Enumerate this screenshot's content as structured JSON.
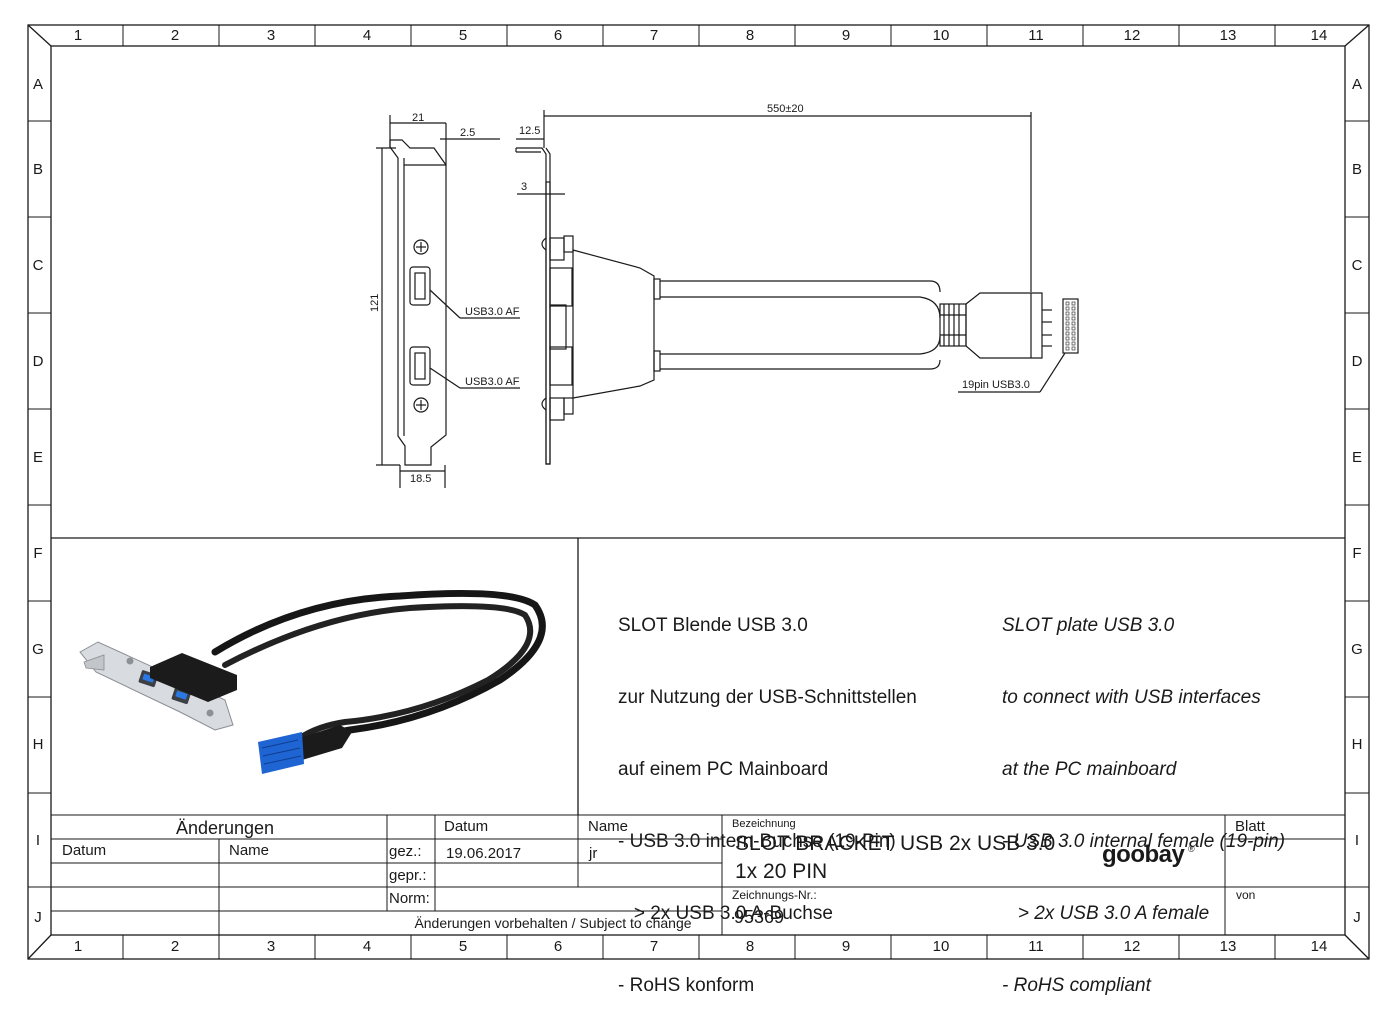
{
  "frame": {
    "columns": [
      "1",
      "2",
      "3",
      "4",
      "5",
      "6",
      "7",
      "8",
      "9",
      "10",
      "11",
      "12",
      "13",
      "14"
    ],
    "rows": [
      "A",
      "B",
      "C",
      "D",
      "E",
      "F",
      "G",
      "H",
      "I",
      "J"
    ]
  },
  "drawing": {
    "dims": {
      "width_top": "21",
      "thickness": "2.5",
      "height": "121",
      "foot": "18.5",
      "side_top": "12.5",
      "side_step": "3",
      "cable_length": "550±20"
    },
    "labels": {
      "port1": "USB3.0 AF",
      "port2": "USB3.0 AF",
      "connector": "19pin USB3.0"
    }
  },
  "description": {
    "de": [
      "SLOT Blende USB 3.0",
      "zur Nutzung der USB-Schnittstellen",
      "auf einem PC Mainboard",
      "- USB 3.0 intern-Buchse (19-Pin)",
      "   > 2x USB 3.0 A-Buchse",
      "- RoHS konform"
    ],
    "en": [
      "SLOT plate USB 3.0",
      "to connect with USB interfaces",
      "at the PC mainboard",
      "- USB 3.0 internal female (19-pin)",
      "   > 2x USB 3.0 A female",
      "- RoHS compliant"
    ]
  },
  "title_block": {
    "changes_label": "Änderungen",
    "datum_label": "Datum",
    "name_label": "Name",
    "gez_label": "gez.:",
    "gepr_label": "gepr.:",
    "norm_label": "Norm:",
    "date_value": "19.06.2017",
    "name_value": "jr",
    "bezeichnung_label": "Bezeichnung",
    "title_line1": "SLOT BRACKET USB 2x USB 3.0",
    "title_line2": "1x 20 PIN",
    "zeichnungsnr_label": "Zeichnungs-Nr.:",
    "drawing_number": "95369",
    "blatt_label": "Blatt",
    "von_label": "von",
    "notice": "Änderungen vorbehalten / Subject to change",
    "logo_text": "goobay",
    "logo_mark": "®"
  },
  "colors": {
    "line": "#1a1a1a",
    "connector_blue": "#1e64d2",
    "port_blue": "#2a78e4"
  }
}
